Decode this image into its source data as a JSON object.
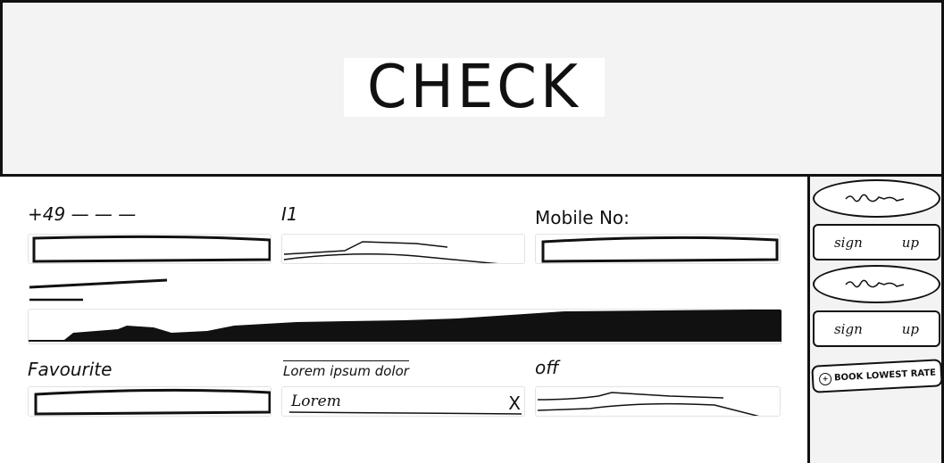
{
  "header": {
    "logo_text": "CHECK"
  },
  "form": {
    "row1": {
      "country_code_label": "+49 — — —",
      "second_label": "I1",
      "mobile_label": "Mobile No:"
    },
    "row3": {
      "favourite_label": "Favourite",
      "lorem_label": "Lorem ipsum dolor",
      "lorem_value": "Lorem",
      "clear_symbol": "X",
      "off_label": "off"
    }
  },
  "sidebar": {
    "button_2_label": [
      "sign",
      "up"
    ],
    "button_4_label": [
      "sign",
      "up"
    ],
    "book_label": "BOOK LOWEST RATE"
  }
}
